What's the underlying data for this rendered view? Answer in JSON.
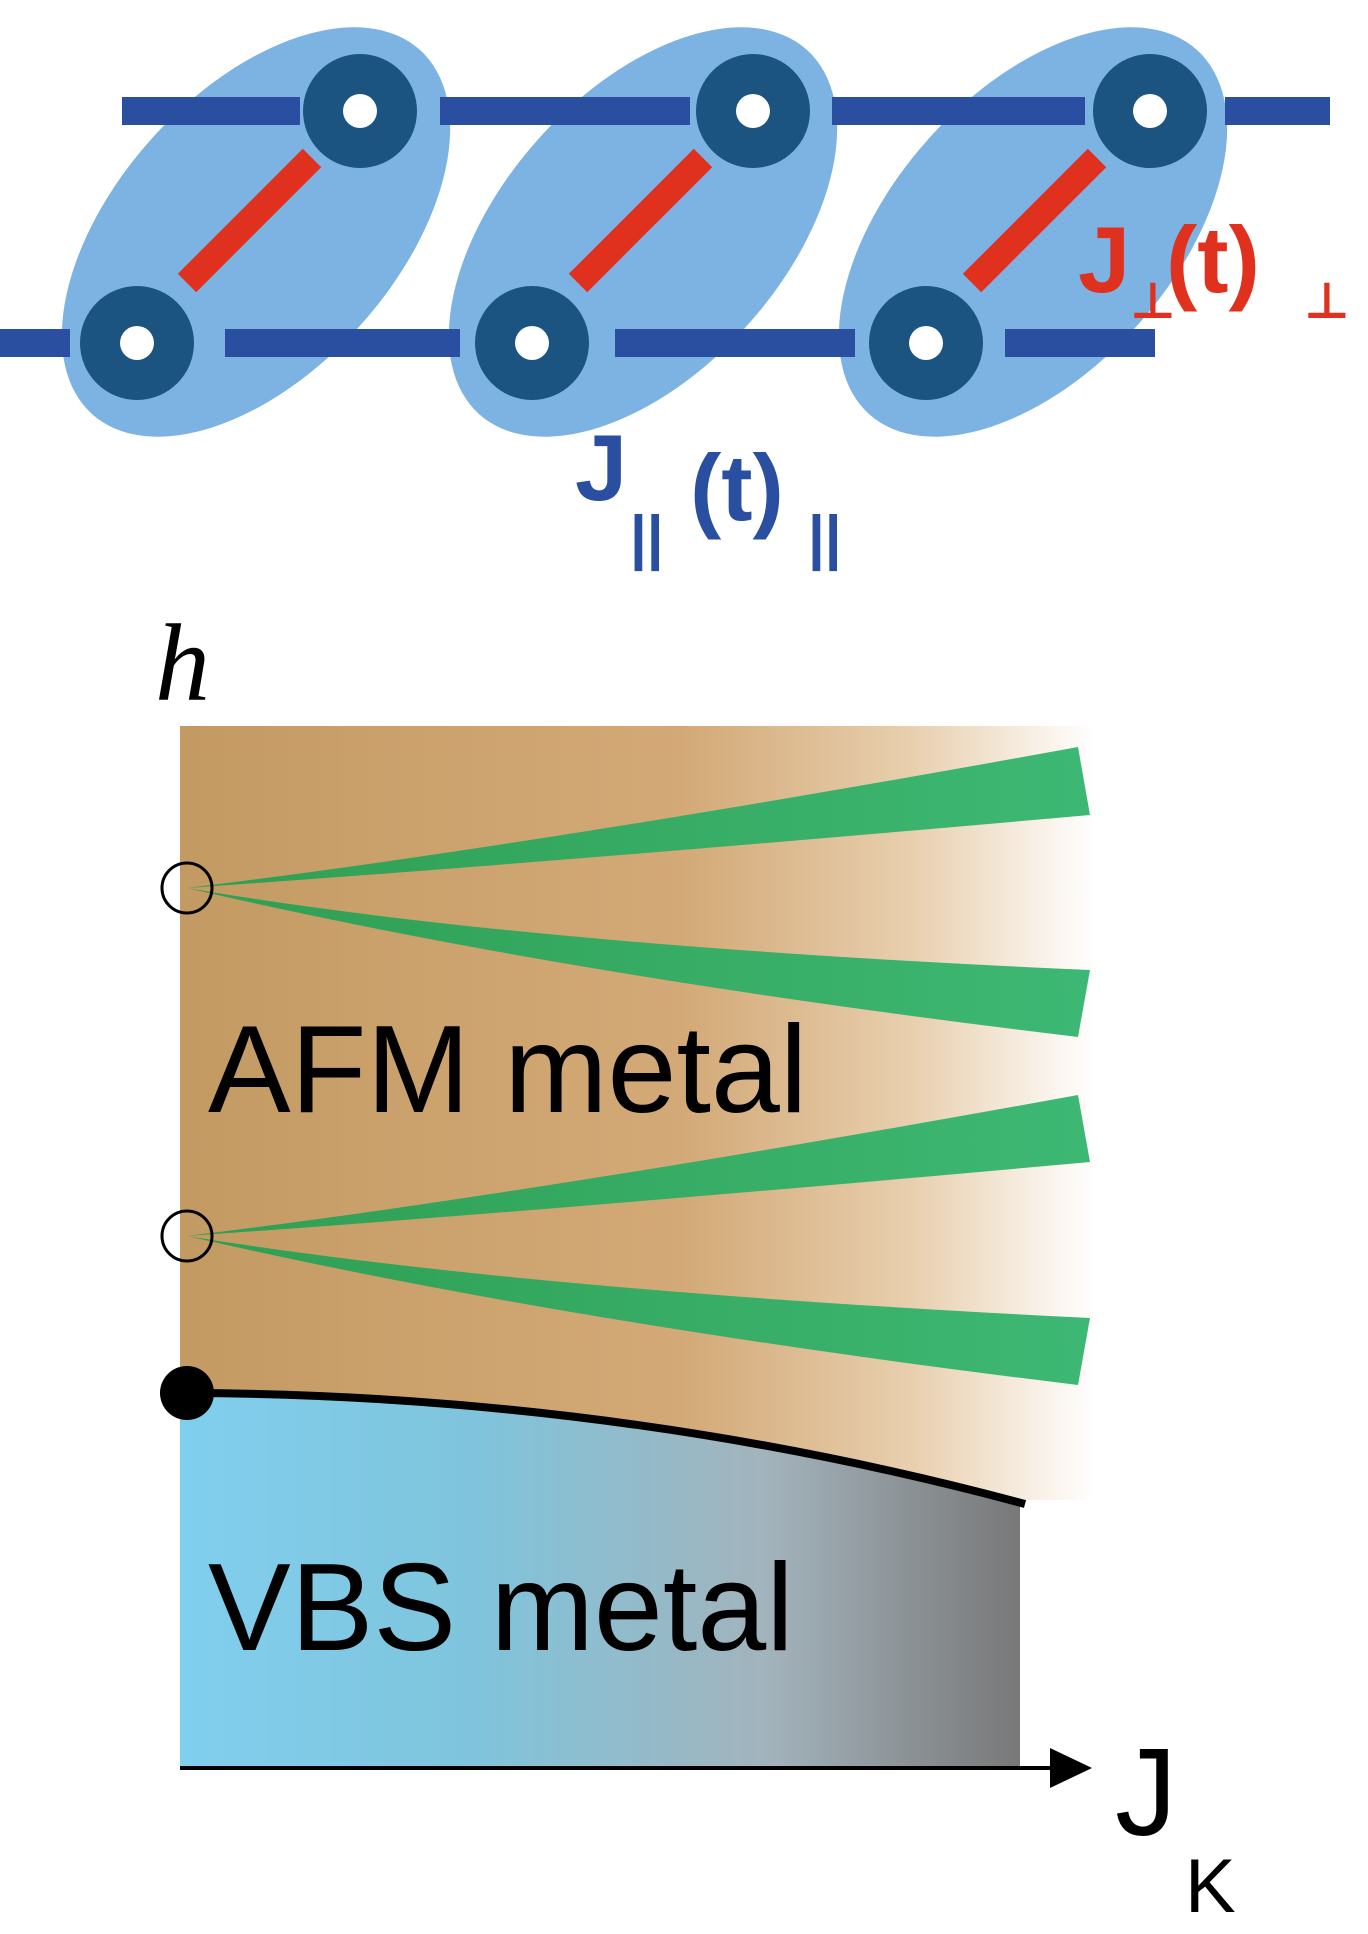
{
  "ladder": {
    "label_perp": {
      "main": "J",
      "sub": "⊥",
      "paren": "(t)",
      "paren_sub": "⊥"
    },
    "label_par": {
      "main": "J",
      "sub": "||",
      "paren": "(t)",
      "paren_sub": "||"
    },
    "colors": {
      "ellipse": "#7db3e2",
      "leg_bond": "#2a4fa0",
      "rung_bond": "#e0301e",
      "site_ring": "#1b5480",
      "site_center": "#ffffff",
      "label_perp": "#e0301e",
      "label_par": "#2a4fa0"
    }
  },
  "phase_diagram": {
    "y_axis_label": "h",
    "x_axis_label": {
      "main": "J",
      "sub": "K"
    },
    "regions": [
      {
        "name": "AFM metal",
        "color_left": "#c49a63",
        "color_right": "#ffffff"
      },
      {
        "name": "VBS metal",
        "color_left": "#80cfee",
        "color_right": "#7a7a7a"
      }
    ],
    "wedge_color": "#2f9e52",
    "boundary_color": "#000000",
    "point_open": "open circle",
    "point_filled": "filled circle"
  }
}
